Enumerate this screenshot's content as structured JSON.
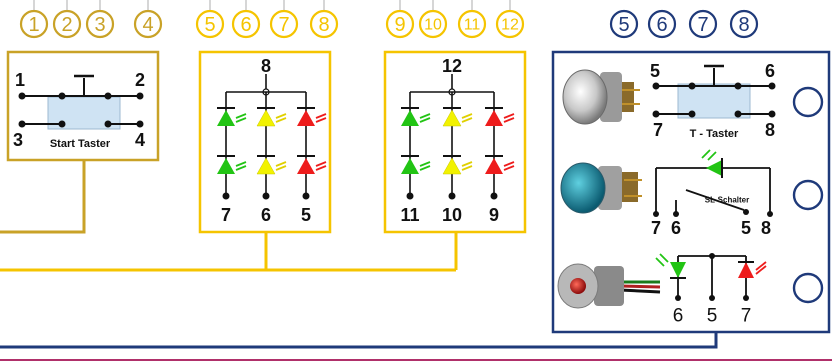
{
  "colors": {
    "gold": "#c9a227",
    "yellow": "#f5c400",
    "navy": "#1f3a7a",
    "led_green": "#22c414",
    "led_yellow": "#f2f200",
    "led_red": "#ee1c1c",
    "wire_dark": "#1f3a7a",
    "bottom_line": "#b0306a"
  },
  "group1": {
    "circles": [
      "1",
      "2",
      "3",
      "4"
    ],
    "terminals": [
      "1",
      "2",
      "3",
      "4"
    ],
    "caption": "Start Taster"
  },
  "group2": {
    "circles": [
      "5",
      "6",
      "7",
      "8"
    ],
    "common": "8",
    "bottom": [
      "7",
      "6",
      "5"
    ]
  },
  "group3": {
    "circles": [
      "9",
      "10",
      "11",
      "12"
    ],
    "common": "12",
    "bottom": [
      "11",
      "10",
      "9"
    ]
  },
  "group4": {
    "circles": [
      "5",
      "6",
      "7",
      "8"
    ],
    "row1": {
      "terminals": [
        "5",
        "6",
        "7",
        "8"
      ],
      "caption": "T - Taster"
    },
    "row2": {
      "terminals": [
        "7",
        "6",
        "5",
        "8"
      ],
      "caption": "SL-Schalter"
    },
    "row3": {
      "terminals": [
        "6",
        "5",
        "7"
      ]
    }
  },
  "icons": [
    "push-button-metal-icon",
    "push-button-blue-led-icon",
    "red-led-indicator-icon"
  ]
}
